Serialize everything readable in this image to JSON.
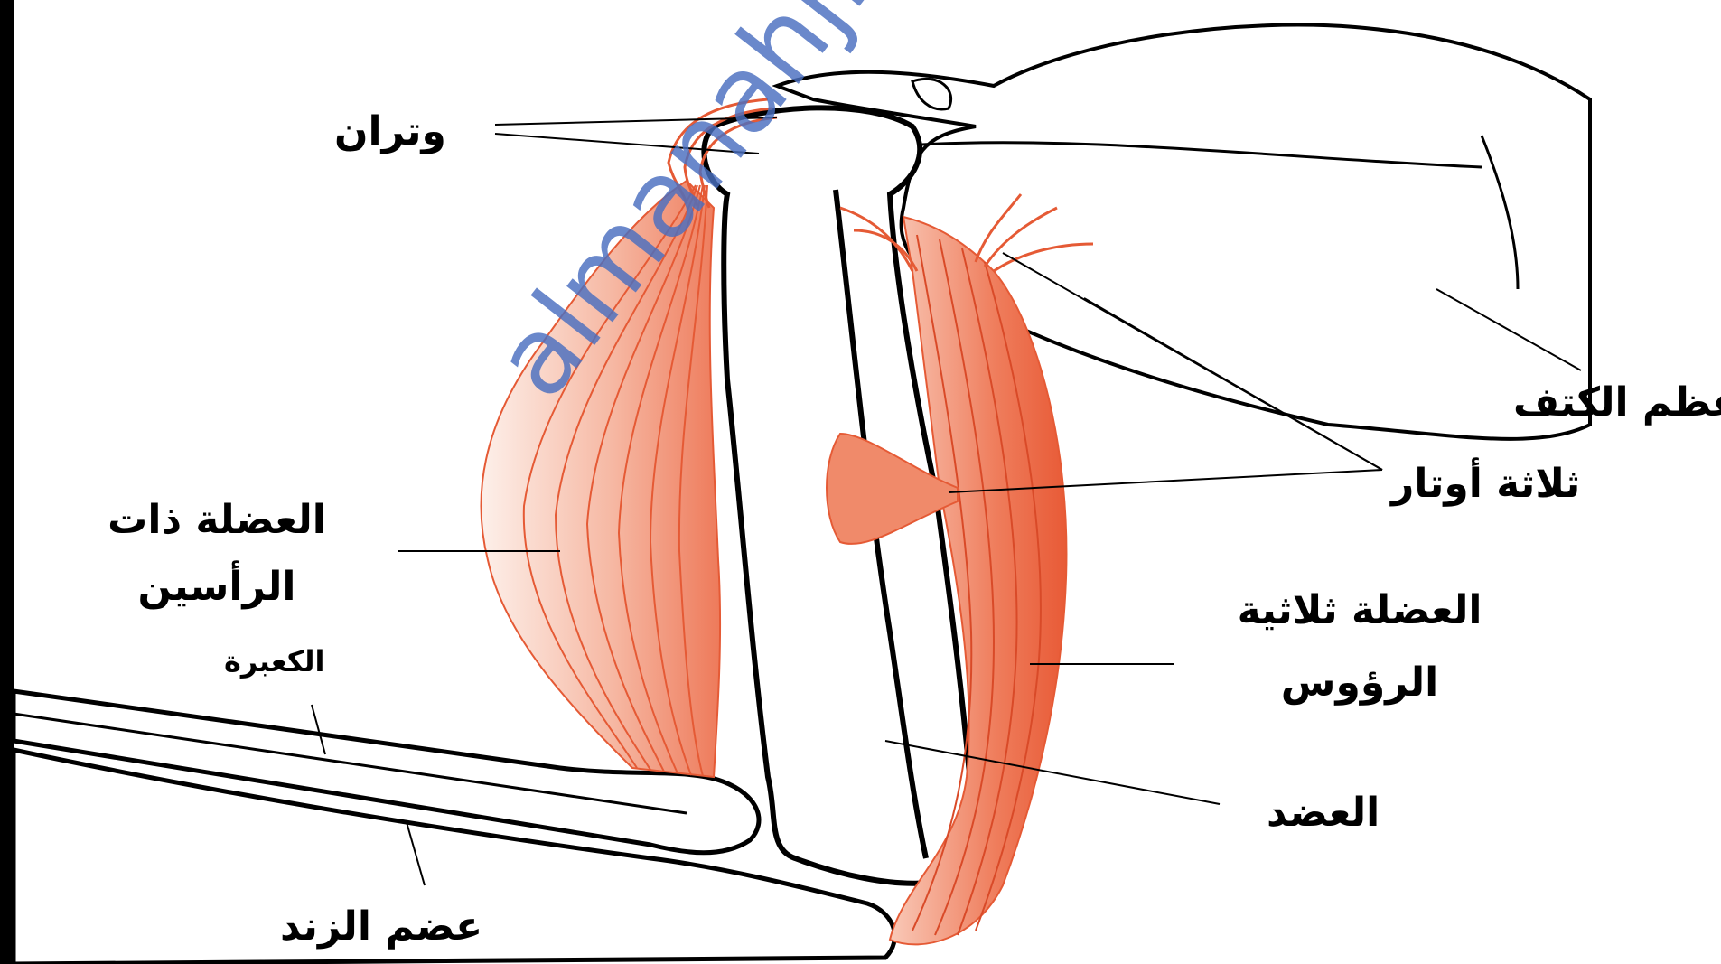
{
  "labels": {
    "two_tendons": "وتران",
    "scapula": "عظم الكتف",
    "three_tendons": "ثلاثة أوتار",
    "biceps_line1": "العضلة ذات",
    "biceps_line2": "الرأسين",
    "triceps_line1": "العضلة ثلاثية",
    "triceps_line2": "الرؤوس",
    "radius": "الكعبرة",
    "humerus": "العضد",
    "ulna": "عضم الزند"
  },
  "watermark": "almanahj.com/om",
  "colors": {
    "background": "#000000",
    "panel": "#ffffff",
    "muscle": "#ec6a48",
    "muscle_light": "#fbe6dd",
    "bone_outline": "#000000",
    "watermark": "#4a6fc0"
  }
}
